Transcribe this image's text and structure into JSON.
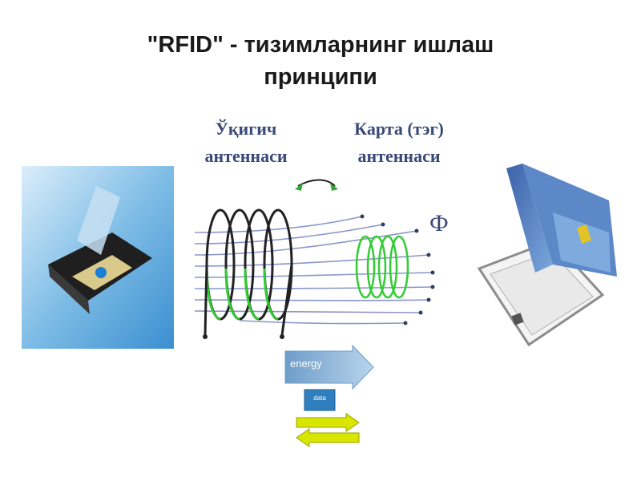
{
  "title_line1": "\"RFID\" - тизимларнинг ишлаш",
  "title_line2": "принципи",
  "reader_antenna": {
    "line1": "Ўқигич",
    "line2": "антеннаси"
  },
  "card_antenna": {
    "line1": "Карта (тэг)",
    "line2": "антеннаси"
  },
  "flux_symbol": "Ф",
  "energy_label": "energy",
  "data_label": "data",
  "colors": {
    "title": "#1a1a1a",
    "label": "#3a4a78",
    "coil_dark": "#222222",
    "coil_green": "#33cc33",
    "field_lines": "#8a96c8",
    "energy_arrow": "#8fb6d8",
    "data_box": "#2f7fbf",
    "data_arrow": "#d9e600"
  }
}
